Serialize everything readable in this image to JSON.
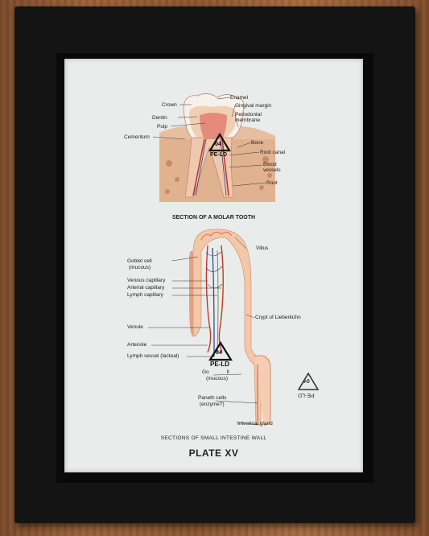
{
  "tooth": {
    "caption": "SECTION OF A MOLAR TOOTH",
    "labels": {
      "crown": "Crown",
      "enamel": "Enamel",
      "dentin": "Dentin",
      "gingival": "Gingival margin",
      "periodontal": "Periodontal",
      "membrane": "membrane",
      "pulp": "Pulp",
      "cementum": "Cementum",
      "bone": "Bone",
      "root_canal": "Root canal",
      "blood": "Blood",
      "vessels": "vessels",
      "root": "Root"
    }
  },
  "intestine": {
    "caption": "SECTIONS OF SMALL INTESTINE WALL",
    "labels": {
      "villus": "Villus",
      "goblet": "Goblet cell",
      "goblet_sub": "(mucous)",
      "venous": "Venous capillary",
      "arterial": "Arterial capillary",
      "lymph_cap": "Lymph capillary",
      "crypt": "Crypt of Lieberkühn",
      "venule": "Venule",
      "arteriole": "Arteriole",
      "lymph_vessel": "Lymph vessel (lacteal)",
      "goblet2": "Go",
      "goblet2_tail": "ll",
      "goblet2_sub": "(mucous)",
      "paneth": "Paneth cells",
      "paneth_sub": "(enzyme?)",
      "gland": "Intestinal gland"
    }
  },
  "plate": "PLATE XV",
  "recycle": {
    "code": "04",
    "material": "PE-LD",
    "material_mirror": "PE-LD"
  }
}
